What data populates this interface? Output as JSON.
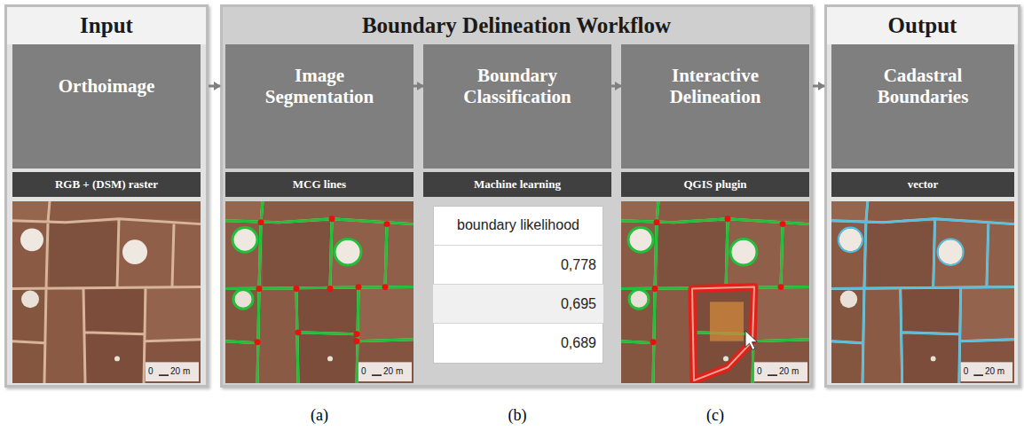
{
  "diagram": {
    "nodes": [
      {
        "text": [
          "Input"
        ]
      },
      {
        "text": [
          "Orthoimage"
        ],
        "in": 0
      },
      {
        "text": [
          "RGB + (DSM) raster"
        ],
        "in": 0
      },
      {
        "text": [
          "Boundary Delineation Workflow"
        ]
      },
      {
        "text": [
          "Image Segmentation"
        ],
        "in": 3
      },
      {
        "text": [
          "MCG lines"
        ],
        "in": 3
      },
      {
        "text": [
          "Boundary Classification"
        ],
        "in": 3
      },
      {
        "text": [
          "Machine learning"
        ],
        "in": 3
      },
      {
        "text": [
          "boundary likelihood",
          "0,778",
          "0,695",
          "0,689"
        ],
        "in": 3
      },
      {
        "text": [
          "Interactive Delineation"
        ],
        "in": 3
      },
      {
        "text": [
          "QGIS plugin"
        ],
        "in": 3
      },
      {
        "text": [
          "Output"
        ]
      },
      {
        "text": [
          "Cadastral Boundaries"
        ],
        "in": 11
      },
      {
        "text": [
          "vector"
        ],
        "in": 11
      }
    ],
    "edges": [
      {
        "from": 0,
        "to": 3,
        "arrow": "to"
      },
      {
        "from": 4,
        "to": 6,
        "arrow": "to"
      },
      {
        "from": 6,
        "to": 9,
        "arrow": "to"
      },
      {
        "from": 3,
        "to": 11,
        "arrow": "to"
      }
    ],
    "labels": [
      "0",
      "20 m",
      "0",
      "20 m",
      "0",
      "20 m",
      "0",
      "20 m",
      "(a)",
      "(b)",
      "(c)"
    ]
  }
}
